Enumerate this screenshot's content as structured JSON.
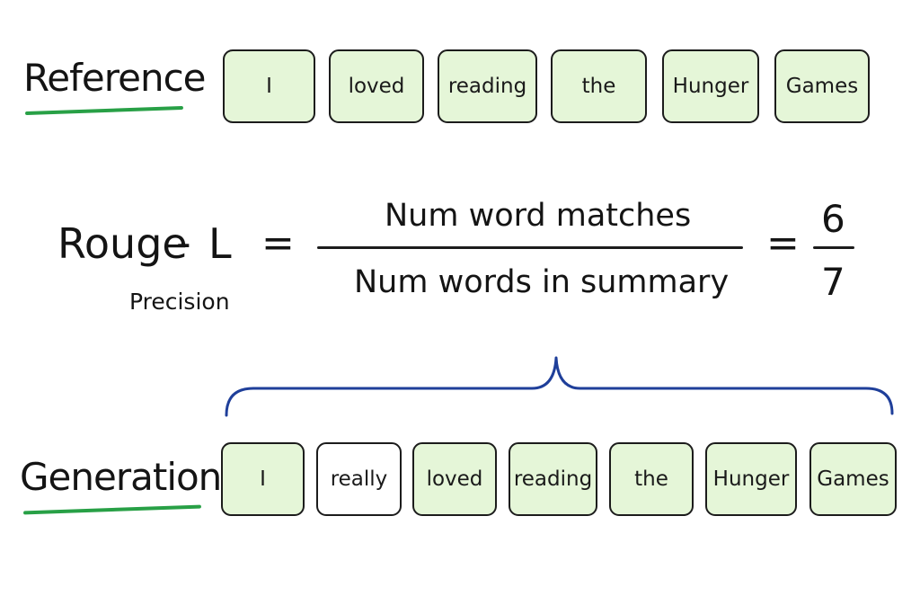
{
  "colors": {
    "match_fill": "#e5f6d8",
    "nomatch_fill": "#ffffff",
    "token_border": "#1c1c1c",
    "underline": "#28a046",
    "brace": "#1f3f9a"
  },
  "reference": {
    "label": "Reference",
    "tokens": [
      {
        "text": "I",
        "matched": true
      },
      {
        "text": "loved",
        "matched": true
      },
      {
        "text": "reading",
        "matched": true
      },
      {
        "text": "the",
        "matched": true
      },
      {
        "text": "Hunger",
        "matched": true
      },
      {
        "text": "Games",
        "matched": true
      }
    ]
  },
  "formula": {
    "metric": "Rouge",
    "dash": "-",
    "variant": "L",
    "subscript": "Precision",
    "equals": "=",
    "numerator": "Num word matches",
    "denominator": "Num words in summary",
    "result_numerator": "6",
    "result_denominator": "7"
  },
  "generation": {
    "label": "Generation",
    "tokens": [
      {
        "text": "I",
        "matched": true
      },
      {
        "text": "really",
        "matched": false
      },
      {
        "text": "loved",
        "matched": true
      },
      {
        "text": "reading",
        "matched": true
      },
      {
        "text": "the",
        "matched": true
      },
      {
        "text": "Hunger",
        "matched": true
      },
      {
        "text": "Games",
        "matched": true
      }
    ]
  }
}
